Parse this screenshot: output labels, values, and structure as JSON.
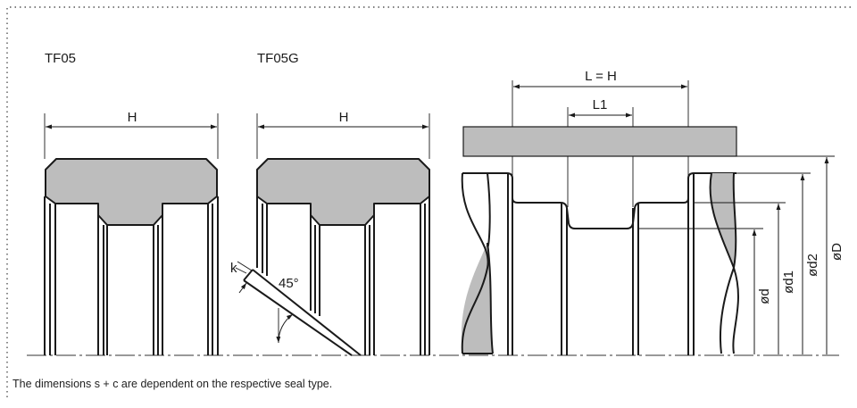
{
  "colors": {
    "seal_fill": "#bdbdbd",
    "line": "#1a1a1a",
    "frame": "#555555"
  },
  "figures": {
    "tf05": {
      "title": "TF05",
      "dim_h": "H"
    },
    "tf05g": {
      "title": "TF05G",
      "dim_h": "H",
      "dim_k": "k",
      "angle": "45°"
    },
    "housing": {
      "dim_lh": "L = H",
      "dim_l1": "L1",
      "dim_d": "ød",
      "dim_d1": "ød1",
      "dim_d2": "ød2",
      "dim_D": "øD"
    }
  },
  "caption": "The dimensions s + c are dependent on the respective seal type."
}
